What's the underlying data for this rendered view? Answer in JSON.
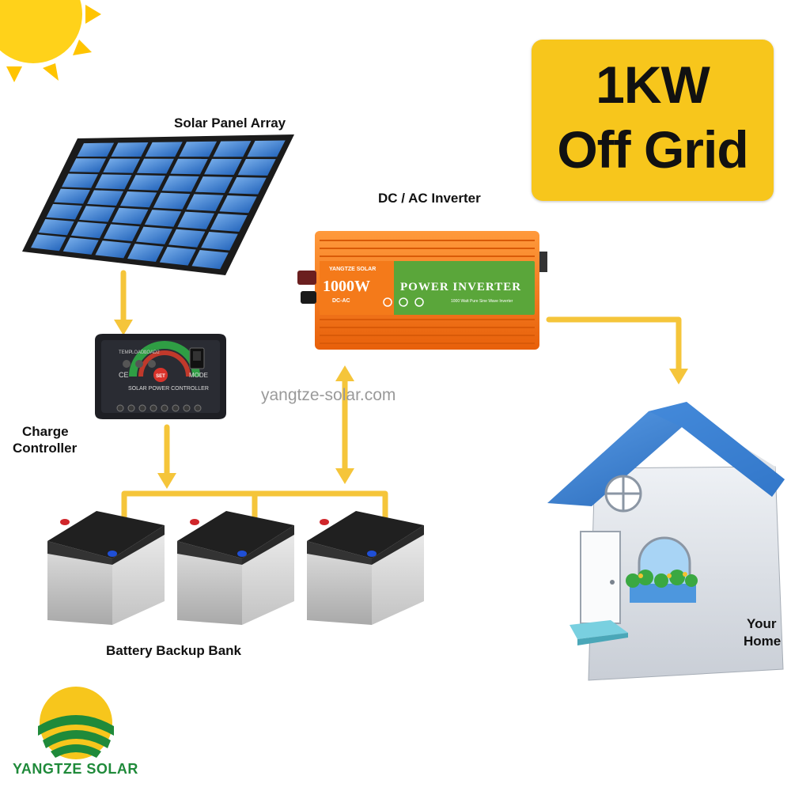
{
  "title": {
    "line1": "1KW",
    "line2": "Off Grid"
  },
  "labels": {
    "solar_panel": "Solar Panel Array",
    "inverter": "DC / AC Inverter",
    "charge_controller_1": "Charge",
    "charge_controller_2": "Controller",
    "battery_bank": "Battery Backup Bank",
    "home_1": "Your",
    "home_2": "Home"
  },
  "inverter_device": {
    "brand": "YANGTZE SOLAR",
    "wattage": "1000W",
    "type": "DC-AC",
    "name": "POWER INVERTER",
    "subtitle": "1000 Watt Pure Sine Wave Inverter"
  },
  "controller_device": {
    "name": "SOLAR POWER CONTROLLER",
    "set_button": "SET",
    "mode_label": "MODE",
    "led_labels": [
      "TEMP",
      "LOAD1",
      "LOAD2"
    ]
  },
  "watermark": "yangtze-solar.com",
  "brand": "YANGTZE SOLAR",
  "colors": {
    "title_bg": "#f7c61c",
    "arrow": "#f5c53a",
    "brand_green": "#1f8a3a",
    "roof_blue": "#2f78cc",
    "inverter_orange": "#f47a1a"
  }
}
